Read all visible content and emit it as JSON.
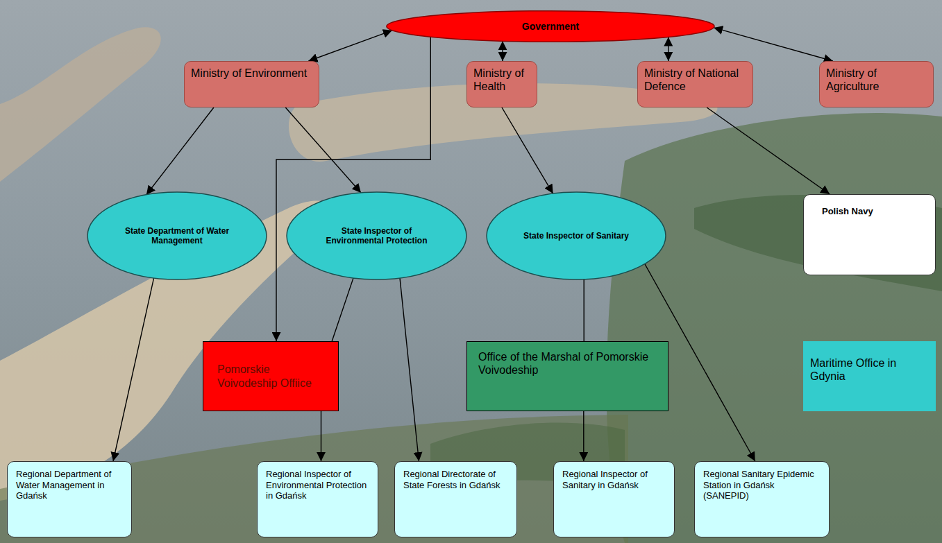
{
  "diagram": {
    "nodes": [
      {
        "text": [
          "Government"
        ]
      },
      {
        "text": [
          "Ministry of Environment"
        ]
      },
      {
        "text": [
          "Ministry of Health"
        ]
      },
      {
        "text": [
          "Ministry of National Defence"
        ]
      },
      {
        "text": [
          "Ministry of Agriculture"
        ]
      },
      {
        "text": [
          "State Department of Water Management"
        ]
      },
      {
        "text": [
          "State Inspector of Environmental Protection"
        ]
      },
      {
        "text": [
          "State Inspector of Sanitary"
        ]
      },
      {
        "text": [
          "Polish Navy"
        ]
      },
      {
        "text": [
          "Pomorskie Voivodeship Offiice"
        ]
      },
      {
        "text": [
          "Office of the Marshal of Pomorskie Voivodeship"
        ]
      },
      {
        "text": [
          "Maritime Office in Gdynia"
        ]
      },
      {
        "text": [
          "Regional Department of Water Management in Gdańsk"
        ]
      },
      {
        "text": [
          "Regional Inspector of Environmental Protection in Gdańsk"
        ]
      },
      {
        "text": [
          "Regional Directorate of State Forests in Gdańsk"
        ]
      },
      {
        "text": [
          "Regional Inspector of Sanitary in Gdańsk"
        ]
      },
      {
        "text": [
          "Regional Sanitary Epidemic Station in Gdańsk (SANEPID)"
        ]
      }
    ],
    "edges": [
      {
        "from": 0,
        "to": 1,
        "arrow": "both"
      },
      {
        "from": 0,
        "to": 2,
        "arrow": "both"
      },
      {
        "from": 0,
        "to": 3,
        "arrow": "both"
      },
      {
        "from": 0,
        "to": 4,
        "arrow": "both"
      },
      {
        "from": 0,
        "to": 9,
        "arrow": "to"
      },
      {
        "from": 1,
        "to": 5,
        "arrow": "to"
      },
      {
        "from": 1,
        "to": 6,
        "arrow": "to"
      },
      {
        "from": 2,
        "to": 7,
        "arrow": "to"
      },
      {
        "from": 3,
        "to": 8,
        "arrow": "to"
      },
      {
        "from": 5,
        "to": 12,
        "arrow": "to"
      },
      {
        "from": 6,
        "to": 9,
        "arrow": "none"
      },
      {
        "from": 9,
        "to": 13,
        "arrow": "to"
      },
      {
        "from": 6,
        "to": 14,
        "arrow": "to"
      },
      {
        "from": 7,
        "to": 10,
        "arrow": "none"
      },
      {
        "from": 10,
        "to": 15,
        "arrow": "to"
      },
      {
        "from": 7,
        "to": 16,
        "arrow": "to"
      }
    ]
  }
}
